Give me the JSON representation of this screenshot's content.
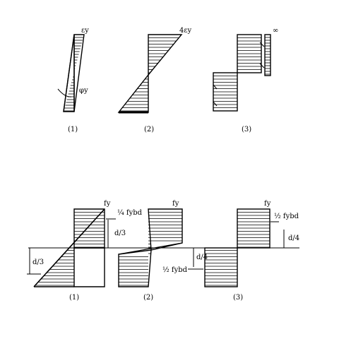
{
  "strain_panel": {
    "captions": [
      "(1)",
      "(2)",
      "(3)"
    ],
    "eps_y": "εy",
    "four_eps_y": "4εy",
    "phi_y": "φy",
    "infinity": "∞"
  },
  "stress_panel": {
    "captions": [
      "(1)",
      "(2)",
      "(3)"
    ],
    "fy": "fy",
    "quarter_fybd": "¼ fybd",
    "half_fybd_top": "½ fybd",
    "half_fybd_bottom": "½ fybd",
    "d_over_3": "d/3",
    "d_over_4": "d/4"
  },
  "colors": {
    "ink": "#000000",
    "paper": "#ffffff"
  }
}
